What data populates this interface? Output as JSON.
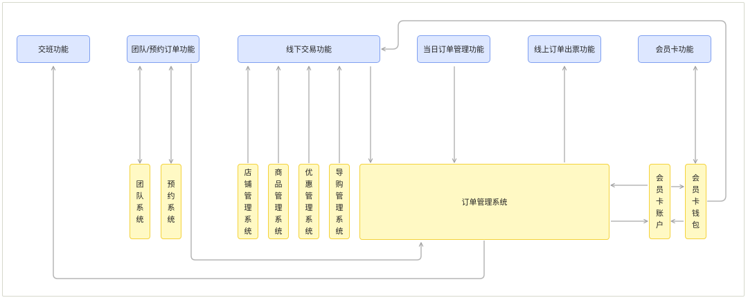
{
  "modules": {
    "shift_handover": "交班功能",
    "group_reservation": "团队/预约订单功能",
    "offline_trade": "线下交易功能",
    "daily_order_mgmt": "当日订单管理功能",
    "online_ticketing": "线上订单出票功能",
    "member_card": "会员卡功能"
  },
  "systems": {
    "group": "团队系统",
    "reservation": "预约系统",
    "store": "店铺管理系统",
    "product": "商品管理系统",
    "coupon": "优惠管理系统",
    "guide": "导购管理系统",
    "order": "订单管理系统",
    "member_account": "会员卡账户",
    "member_wallet": "会员卡钱包"
  },
  "colors": {
    "module_fill": "#dde7ff",
    "module_border": "#7f9ff0",
    "system_fill": "#fff9c4",
    "system_border": "#f4d23b",
    "connector": "#b5b5b5"
  }
}
